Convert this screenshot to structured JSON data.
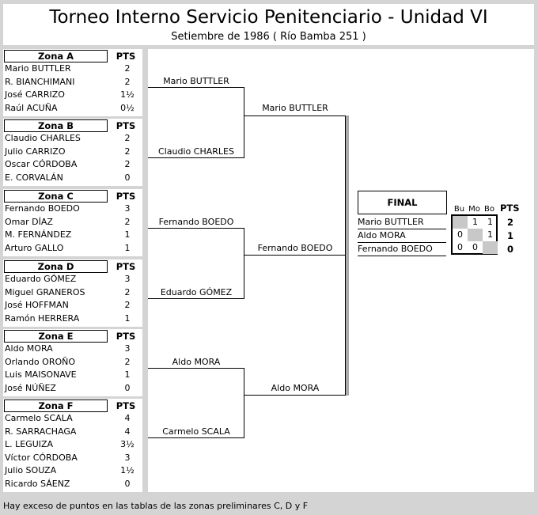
{
  "header": {
    "title": "Torneo Interno Servicio Penitenciario - Unidad VI",
    "subtitle": "Setiembre de 1986 ( Río Bamba 251 )"
  },
  "pts_label": "PTS",
  "zones": [
    {
      "name": "Zona A",
      "rows": [
        {
          "player": "Mario BUTTLER",
          "pts": "2"
        },
        {
          "player": "R. BIANCHIMANI",
          "pts": "2"
        },
        {
          "player": "José CARRIZO",
          "pts": "1½"
        },
        {
          "player": "Raúl ACUÑA",
          "pts": "0½"
        }
      ]
    },
    {
      "name": "Zona B",
      "rows": [
        {
          "player": "Claudio CHARLES",
          "pts": "2"
        },
        {
          "player": "Julio CARRIZO",
          "pts": "2"
        },
        {
          "player": "Oscar CÓRDOBA",
          "pts": "2"
        },
        {
          "player": "E. CORVALÁN",
          "pts": "0"
        }
      ]
    },
    {
      "name": "Zona C",
      "rows": [
        {
          "player": "Fernando BOEDO",
          "pts": "3"
        },
        {
          "player": "Omar DÍAZ",
          "pts": "2"
        },
        {
          "player": "M. FERNÁNDEZ",
          "pts": "1"
        },
        {
          "player": "Arturo GALLO",
          "pts": "1"
        }
      ]
    },
    {
      "name": "Zona D",
      "rows": [
        {
          "player": "Eduardo GÓMEZ",
          "pts": "3"
        },
        {
          "player": "Miguel GRANEROS",
          "pts": "2"
        },
        {
          "player": "José HOFFMAN",
          "pts": "2"
        },
        {
          "player": "Ramón HERRERA",
          "pts": "1"
        }
      ]
    },
    {
      "name": "Zona E",
      "rows": [
        {
          "player": "Aldo MORA",
          "pts": "3"
        },
        {
          "player": "Orlando OROÑO",
          "pts": "2"
        },
        {
          "player": "Luis MAISONAVE",
          "pts": "1"
        },
        {
          "player": "José NÚÑEZ",
          "pts": "0"
        }
      ]
    },
    {
      "name": "Zona F",
      "rows": [
        {
          "player": "Carmelo SCALA",
          "pts": "4"
        },
        {
          "player": "R. SARRACHAGA",
          "pts": "4"
        },
        {
          "player": "L. LEGUIZA",
          "pts": "3½"
        },
        {
          "player": "Víctor CÓRDOBA",
          "pts": "3"
        },
        {
          "player": "Julio SOUZA",
          "pts": "1½"
        },
        {
          "player": "Ricardo SÁENZ",
          "pts": "0"
        }
      ]
    }
  ],
  "bracket": {
    "round1": [
      "Mario BUTTLER",
      "Claudio CHARLES",
      "Fernando BOEDO",
      "Eduardo GÓMEZ",
      "Aldo MORA",
      "Carmelo SCALA"
    ],
    "round2": [
      "Mario BUTTLER",
      "Fernando BOEDO",
      "Aldo MORA"
    ]
  },
  "final": {
    "title": "FINAL",
    "columns": [
      "Bu",
      "Mo",
      "Bo"
    ],
    "pts_label": "PTS",
    "rows": [
      {
        "player": "Mario BUTTLER",
        "cells": [
          "",
          "1",
          "1"
        ],
        "total": "2"
      },
      {
        "player": "Aldo MORA",
        "cells": [
          "0",
          "",
          "1"
        ],
        "total": "1"
      },
      {
        "player": "Fernando BOEDO",
        "cells": [
          "0",
          "0",
          ""
        ],
        "total": "0"
      }
    ]
  },
  "footer": "Hay exceso de puntos en las tablas de las zonas preliminares C, D y F"
}
